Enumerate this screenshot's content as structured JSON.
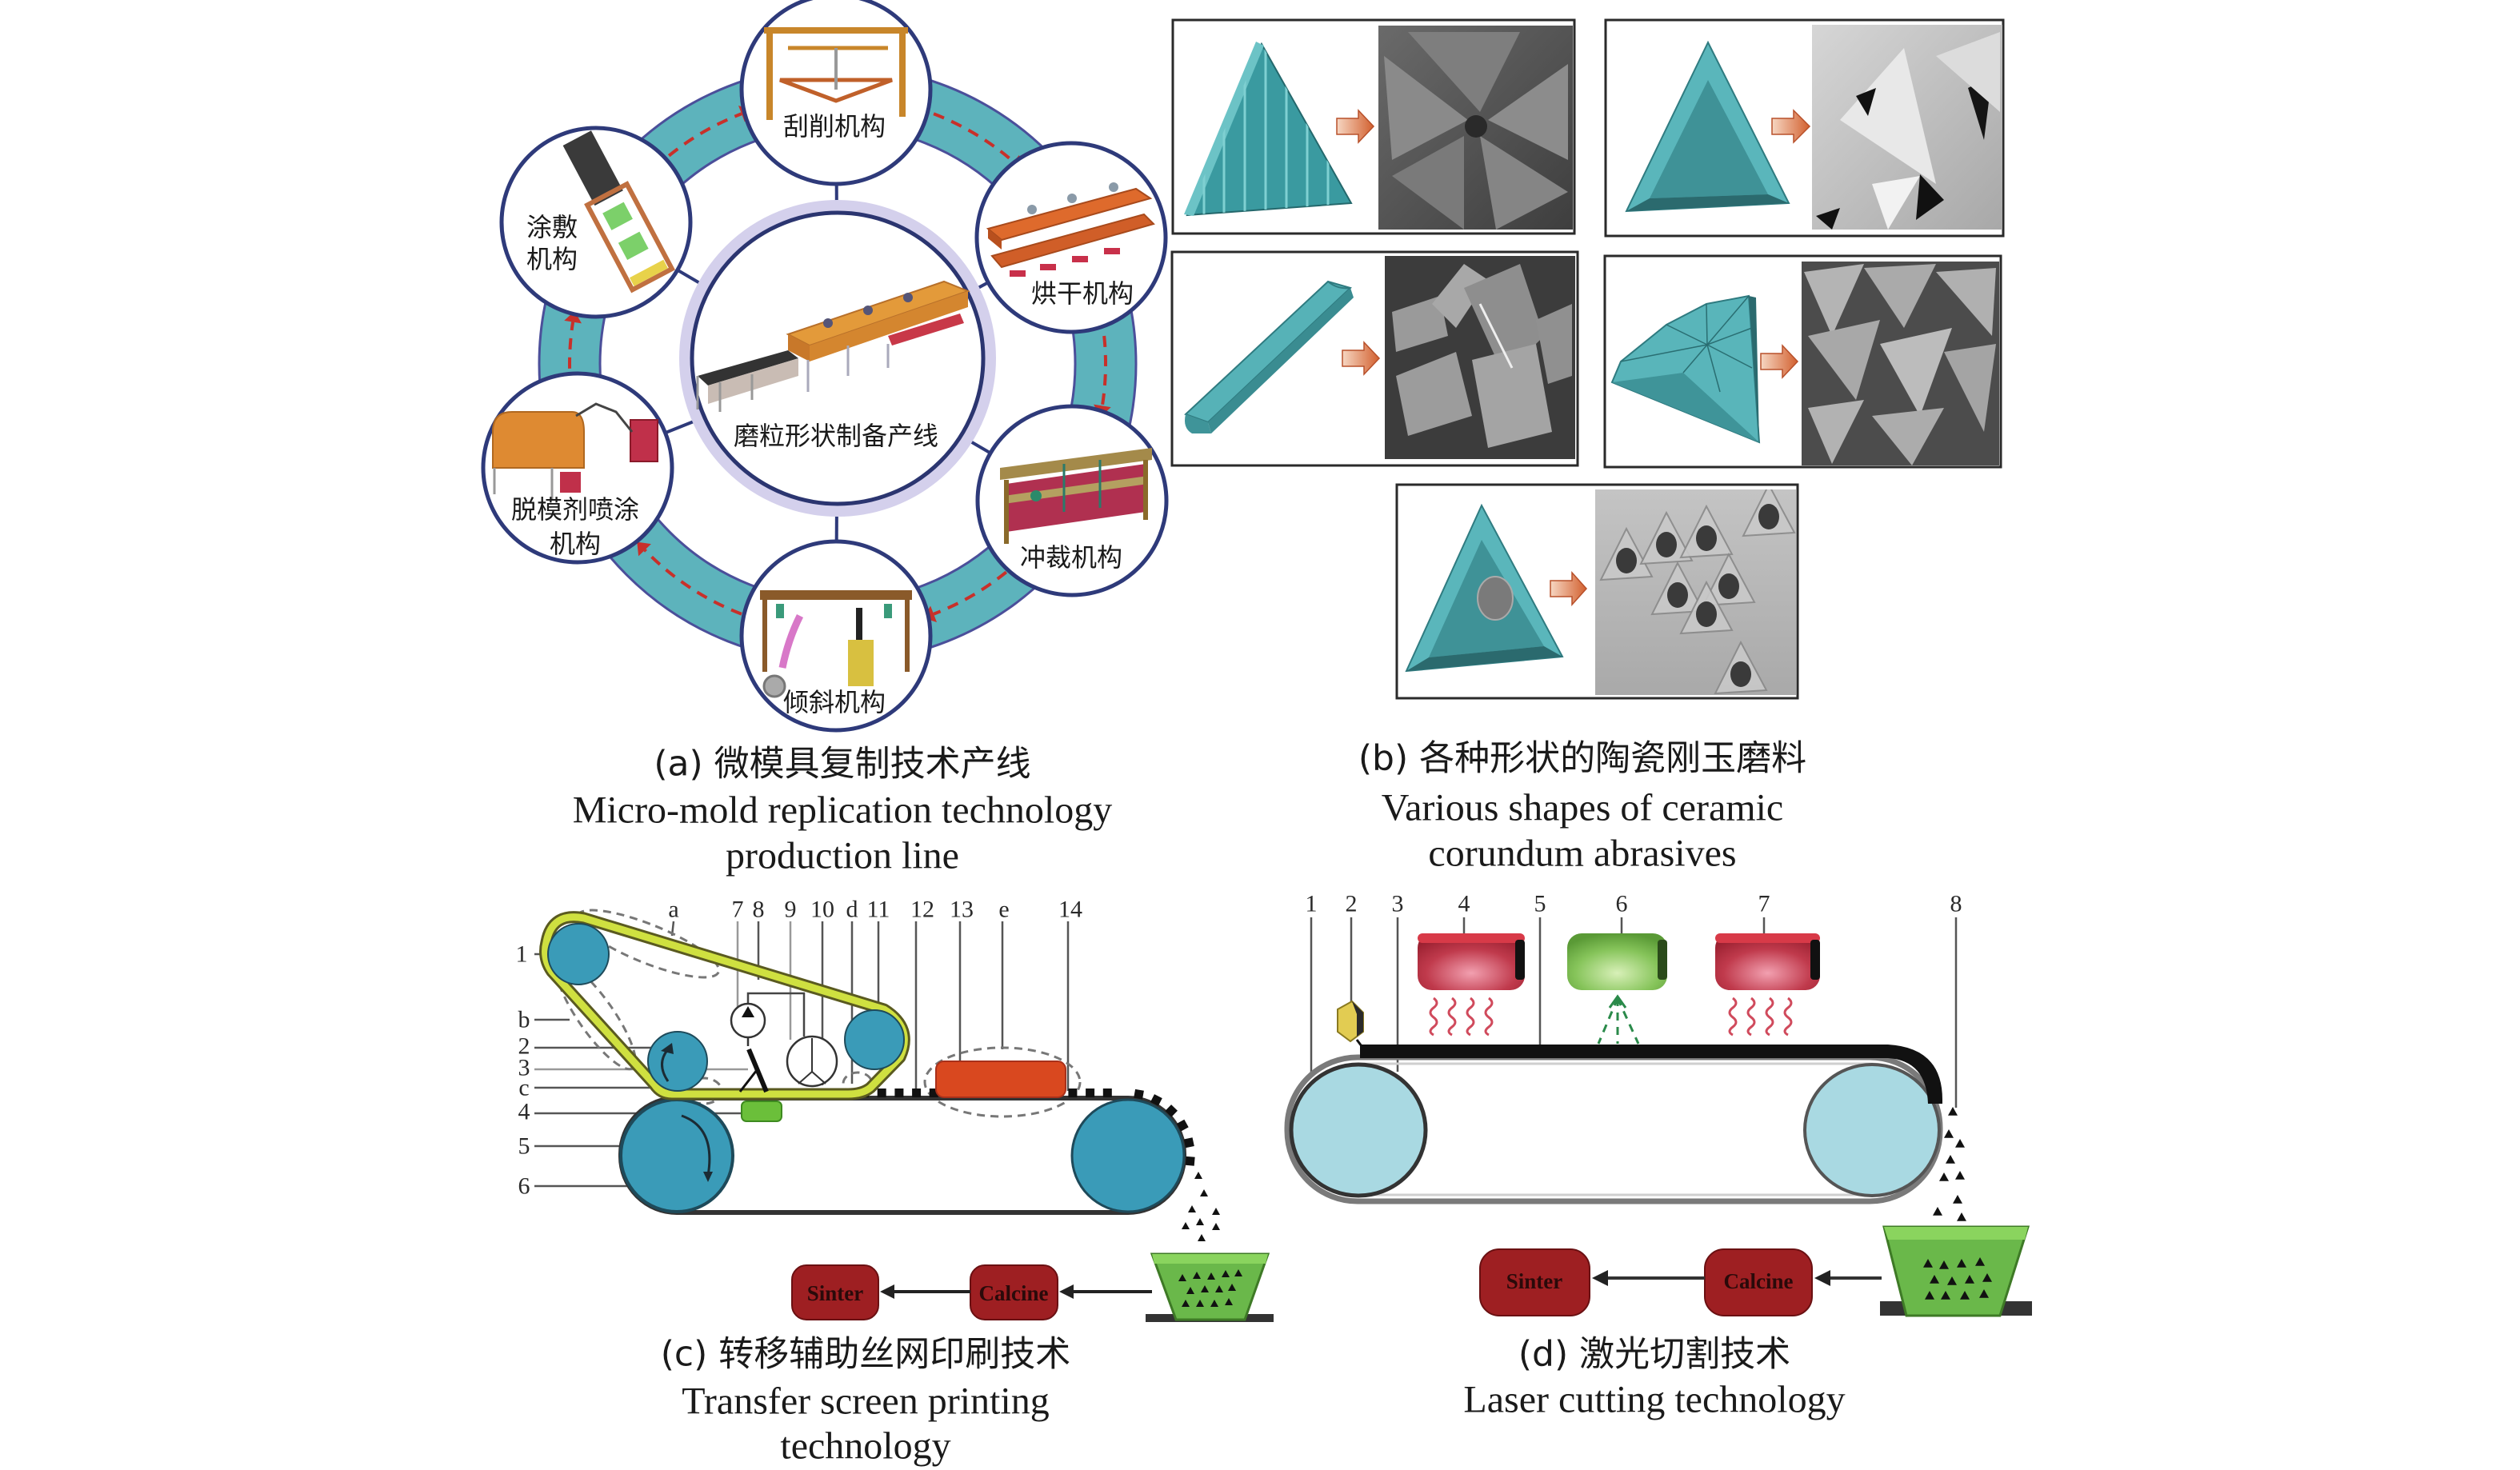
{
  "figure": {
    "panel_a": {
      "caption_zh": "(a) 微模具复制技术产线",
      "caption_en": [
        "Micro-mold replication technology",
        "production line"
      ],
      "center_label": "磨粒形状制备产线",
      "stations": [
        {
          "label_lines": [
            "刮削机构"
          ]
        },
        {
          "label_lines": [
            "烘干机构"
          ]
        },
        {
          "label_lines": [
            "冲裁机构"
          ]
        },
        {
          "label_lines": [
            "倾斜机构"
          ]
        },
        {
          "label_lines": [
            "脱模剂喷涂",
            "机构"
          ]
        },
        {
          "label_lines": [
            "涂敷",
            "机构"
          ]
        }
      ],
      "flow_direction": "clockwise"
    },
    "panel_b": {
      "caption_zh": "(b) 各种形状的陶瓷刚玉磨料",
      "caption_en": [
        "Various shapes of ceramic",
        "corundum abrasives"
      ],
      "item_count": 5
    },
    "panel_c": {
      "caption_zh": "(c) 转移辅助丝网印刷技术",
      "caption_en": [
        "Transfer screen printing",
        "technology"
      ],
      "labels_left": [
        "1",
        "b",
        "2",
        "3",
        "c",
        "4",
        "5",
        "6"
      ],
      "labels_top": [
        "a",
        "7",
        "8",
        "9",
        "10",
        "d",
        "11",
        "12",
        "13",
        "e",
        "14"
      ],
      "process": {
        "calcine": "Calcine",
        "sinter": "Sinter"
      }
    },
    "panel_d": {
      "caption_zh": "(d) 激光切割技术",
      "caption_en": [
        "Laser cutting technology"
      ],
      "labels_top": [
        "1",
        "2",
        "3",
        "4",
        "5",
        "6",
        "7",
        "8"
      ],
      "process": {
        "calcine": "Calcine",
        "sinter": "Sinter"
      }
    },
    "icons": {
      "flow_arrow": "dashed-red-arrow",
      "shape_to_product_arrow": "orange-right-arrow",
      "process_arrow": "black-left-arrow"
    },
    "colors": {
      "ring_teal": "#5db3bc",
      "ring_border": "#4b4f9a",
      "flow_arrow": "#c8302a",
      "abrasive_teal": "#3f9ca1",
      "arrow_orange": "#d2602f",
      "roller_blue_c": "#3a9bb8",
      "roller_blue_d": "#a9d9e2",
      "belt_yellow": "#c9da3c",
      "heater_red": "#b8303f",
      "process_red": "#9e1f22",
      "hopper_green": "#6ab84a"
    }
  }
}
